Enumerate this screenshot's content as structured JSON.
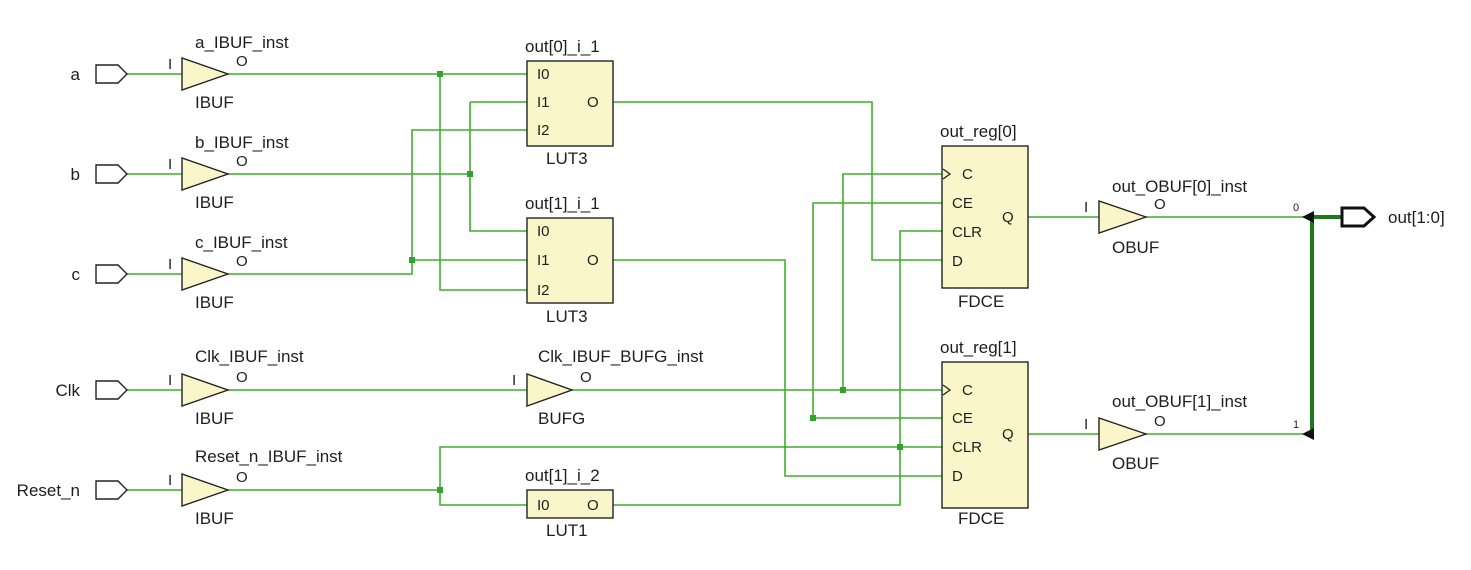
{
  "inputs": [
    "a",
    "b",
    "c",
    "Clk",
    "Reset_n"
  ],
  "output_port": "out[1:0]",
  "ibufs": [
    {
      "inst": "a_IBUF_inst",
      "type": "IBUF",
      "pin_in": "I",
      "pin_out": "O"
    },
    {
      "inst": "b_IBUF_inst",
      "type": "IBUF",
      "pin_in": "I",
      "pin_out": "O"
    },
    {
      "inst": "c_IBUF_inst",
      "type": "IBUF",
      "pin_in": "I",
      "pin_out": "O"
    },
    {
      "inst": "Clk_IBUF_inst",
      "type": "IBUF",
      "pin_in": "I",
      "pin_out": "O"
    },
    {
      "inst": "Reset_n_IBUF_inst",
      "type": "IBUF",
      "pin_in": "I",
      "pin_out": "O"
    }
  ],
  "bufg": {
    "inst": "Clk_IBUF_BUFG_inst",
    "type": "BUFG",
    "pin_in": "I",
    "pin_out": "O"
  },
  "luts": [
    {
      "inst": "out[0]_i_1",
      "type": "LUT3",
      "pins": [
        "I0",
        "I1",
        "I2"
      ],
      "out": "O"
    },
    {
      "inst": "out[1]_i_1",
      "type": "LUT3",
      "pins": [
        "I0",
        "I1",
        "I2"
      ],
      "out": "O"
    },
    {
      "inst": "out[1]_i_2",
      "type": "LUT1",
      "pins": [
        "I0"
      ],
      "out": "O"
    }
  ],
  "regs": [
    {
      "inst": "out_reg[0]",
      "type": "FDCE",
      "pins": [
        "C",
        "CE",
        "CLR",
        "D"
      ],
      "out": "Q"
    },
    {
      "inst": "out_reg[1]",
      "type": "FDCE",
      "pins": [
        "C",
        "CE",
        "CLR",
        "D"
      ],
      "out": "Q"
    }
  ],
  "obufs": [
    {
      "inst": "out_OBUF[0]_inst",
      "type": "OBUF",
      "pin_in": "I",
      "pin_out": "O",
      "bit": "0"
    },
    {
      "inst": "out_OBUF[1]_inst",
      "type": "OBUF",
      "pin_in": "I",
      "pin_out": "O",
      "bit": "1"
    }
  ],
  "colors": {
    "wire": "#3fae2c",
    "bus": "#1b7a1b",
    "cell_fill": "#fbf6c9",
    "outline": "#222222"
  }
}
